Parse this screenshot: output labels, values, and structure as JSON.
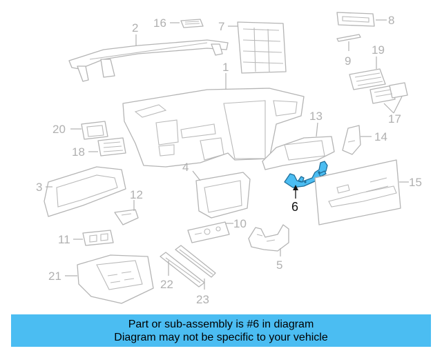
{
  "labels": {
    "p1": "1",
    "p2": "2",
    "p3": "3",
    "p4": "4",
    "p5": "5",
    "p6": "6",
    "p7": "7",
    "p8": "8",
    "p9": "9",
    "p10": "10",
    "p11": "11",
    "p12": "12",
    "p13": "13",
    "p14": "14",
    "p15": "15",
    "p16": "16",
    "p17": "17",
    "p18": "18",
    "p19": "19",
    "p20": "20",
    "p21": "21",
    "p22": "22",
    "p23": "23"
  },
  "banner": {
    "line1": "Part or sub-assembly is #6 in diagram",
    "line2": "Diagram may not be specific to your vehicle"
  },
  "colors": {
    "highlight": "#4bbdf2",
    "banner": "#4bbdf2",
    "linework": "#b4b4b4"
  }
}
